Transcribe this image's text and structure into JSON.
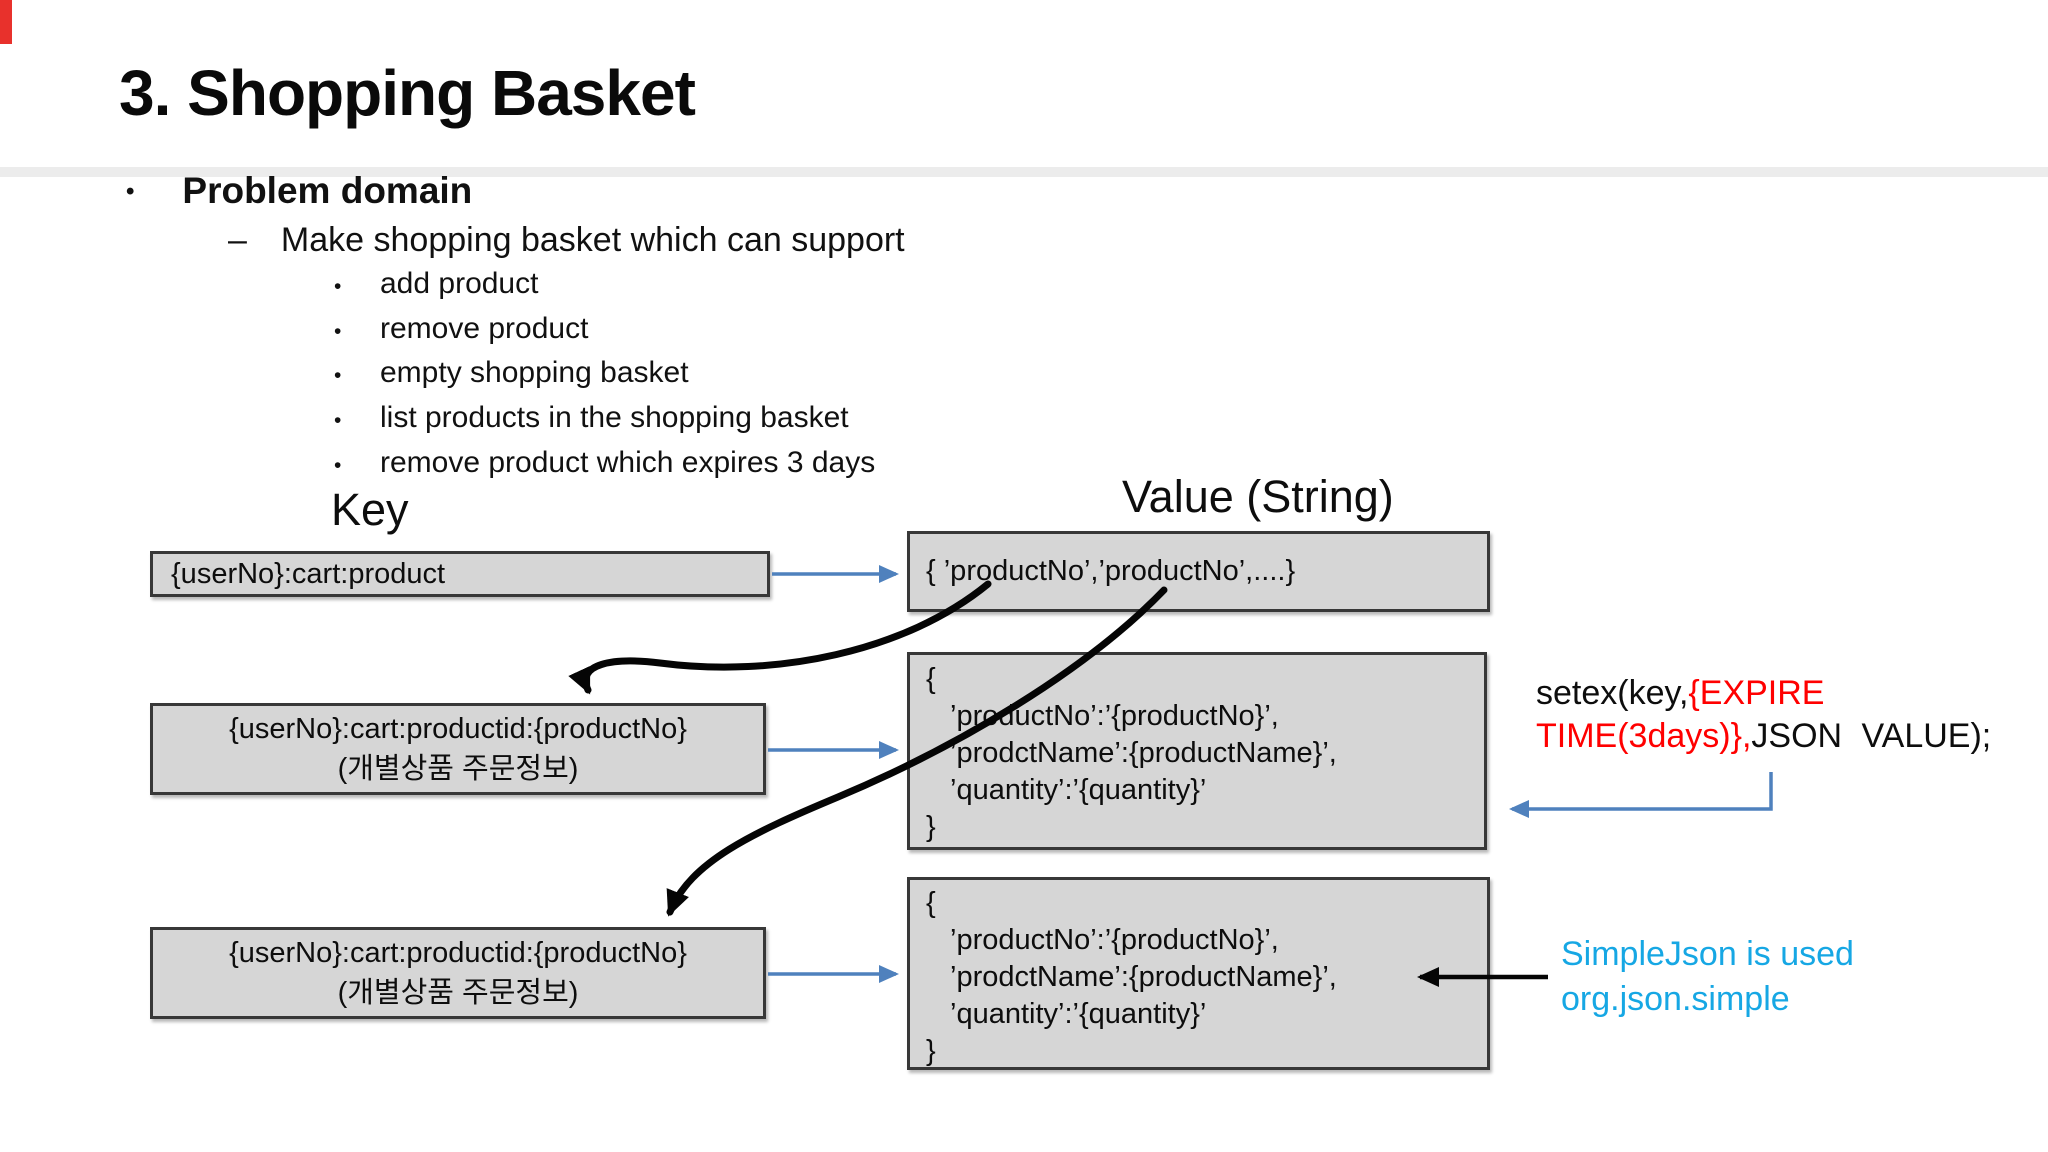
{
  "slide": {
    "title": "3. Shopping Basket",
    "bullet_char": "•",
    "dash_char": "–",
    "problem_domain": "Problem domain",
    "dash_item": "Make shopping basket which can support",
    "sub_bullets": [
      "add product",
      "remove product",
      "empty shopping basket",
      "list products in the shopping basket",
      "remove product which expires 3 days"
    ]
  },
  "diagram": {
    "key_header": "Key",
    "value_header": "Value (String)",
    "key_boxes": [
      {
        "lines": [
          "{userNo}:cart:product"
        ]
      },
      {
        "lines": [
          "{userNo}:cart:productid:{productNo}",
          "(개별상품 주문정보)"
        ]
      },
      {
        "lines": [
          "{userNo}:cart:productid:{productNo}",
          "(개별상품 주문정보)"
        ]
      }
    ],
    "value_boxes": [
      {
        "lines": [
          "{ ’productNo’,’productNo’,....}"
        ]
      },
      {
        "lines": [
          "{",
          "’productNo’:’{productNo}’,",
          "’prodctName’:{productName}’,",
          "’quantity’:’{quantity}’",
          "}"
        ]
      },
      {
        "lines": [
          "{",
          "’productNo’:’{productNo}’,",
          "’prodctName’:{productName}’,",
          "’quantity’:’{quantity}’",
          "}"
        ]
      }
    ],
    "annotations": {
      "setex_black1": "setex(key,",
      "setex_red1": "{EXPIRE",
      "setex_red2": "TIME(3days)},",
      "setex_black2": "JSON VALUE);",
      "simplejson_line1": "SimpleJson is used",
      "simplejson_line2": "org.json.simple"
    },
    "colors": {
      "connector_blue": "#4f81bd",
      "annotation_red": "#ff0000",
      "annotation_cyan": "#16a7e4",
      "box_fill": "#d6d6d6",
      "box_border": "#383838"
    }
  }
}
